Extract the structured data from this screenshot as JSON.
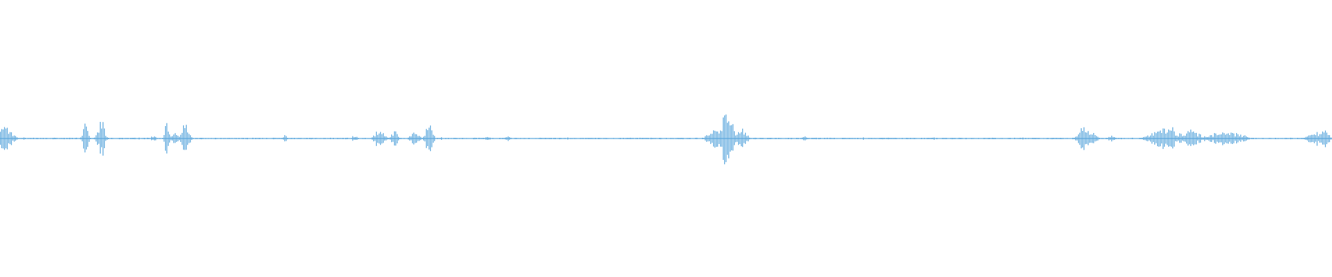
{
  "waveform": {
    "color": "#5aa6dc",
    "background": "#ffffff",
    "amplitude_scale": 1.0,
    "baseline_amplitude": 0.006,
    "events": [
      {
        "t": 0.004,
        "amp": 0.1,
        "width": 0.006
      },
      {
        "t": 0.064,
        "amp": 0.23,
        "width": 0.002
      },
      {
        "t": 0.076,
        "amp": 0.16,
        "width": 0.003
      },
      {
        "t": 0.115,
        "amp": 0.03,
        "width": 0.002
      },
      {
        "t": 0.125,
        "amp": 0.13,
        "width": 0.002
      },
      {
        "t": 0.131,
        "amp": 0.04,
        "width": 0.003
      },
      {
        "t": 0.139,
        "amp": 0.15,
        "width": 0.003
      },
      {
        "t": 0.214,
        "amp": 0.03,
        "width": 0.002
      },
      {
        "t": 0.266,
        "amp": 0.03,
        "width": 0.002
      },
      {
        "t": 0.285,
        "amp": 0.1,
        "width": 0.004
      },
      {
        "t": 0.296,
        "amp": 0.06,
        "width": 0.003
      },
      {
        "t": 0.311,
        "amp": 0.05,
        "width": 0.004
      },
      {
        "t": 0.322,
        "amp": 0.14,
        "width": 0.003
      },
      {
        "t": 0.366,
        "amp": 0.02,
        "width": 0.002
      },
      {
        "t": 0.381,
        "amp": 0.02,
        "width": 0.002
      },
      {
        "t": 0.536,
        "amp": 0.07,
        "width": 0.006
      },
      {
        "t": 0.545,
        "amp": 0.22,
        "width": 0.006
      },
      {
        "t": 0.557,
        "amp": 0.09,
        "width": 0.004
      },
      {
        "t": 0.604,
        "amp": 0.02,
        "width": 0.002
      },
      {
        "t": 0.813,
        "amp": 0.13,
        "width": 0.004
      },
      {
        "t": 0.819,
        "amp": 0.08,
        "width": 0.004
      },
      {
        "t": 0.834,
        "amp": 0.03,
        "width": 0.003
      },
      {
        "t": 0.872,
        "amp": 0.09,
        "width": 0.01
      },
      {
        "t": 0.879,
        "amp": 0.15,
        "width": 0.003
      },
      {
        "t": 0.893,
        "amp": 0.07,
        "width": 0.01
      },
      {
        "t": 0.92,
        "amp": 0.07,
        "width": 0.012
      },
      {
        "t": 0.934,
        "amp": 0.03,
        "width": 0.003
      },
      {
        "t": 0.987,
        "amp": 0.06,
        "width": 0.006
      },
      {
        "t": 0.994,
        "amp": 0.08,
        "width": 0.004
      }
    ]
  }
}
